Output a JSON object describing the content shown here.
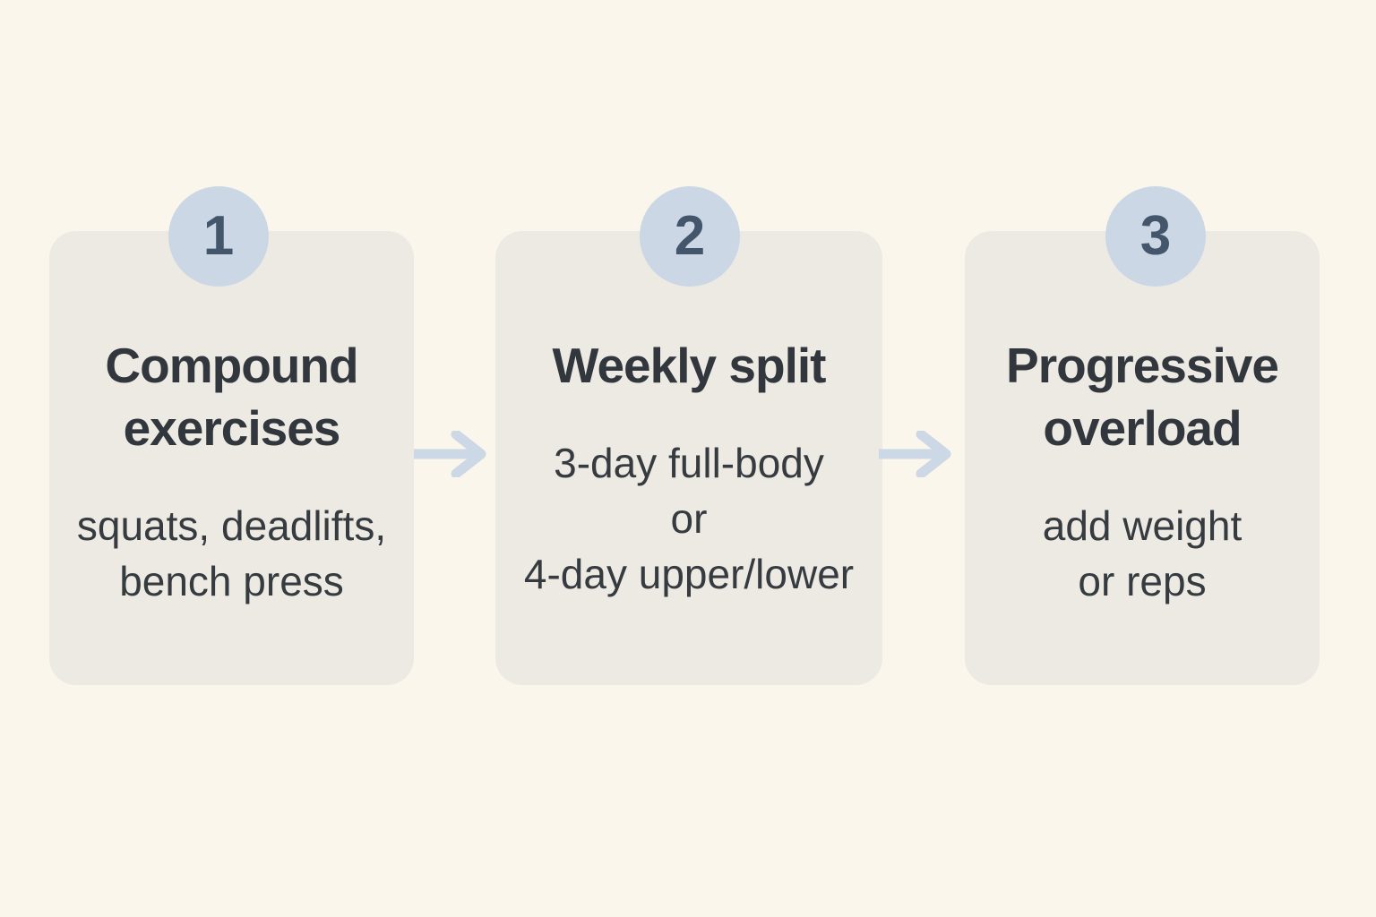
{
  "colors": {
    "page_background": "#faf6ec",
    "card_background": "#edeae4",
    "badge_background": "#cbd7e4",
    "badge_number": "#44566b",
    "title_text": "#31373c",
    "detail_text": "#363b40",
    "arrow": "#ccd8e5"
  },
  "steps": [
    {
      "number": "1",
      "title": "Compound exercises",
      "title_lines": [
        "Compound",
        "exercises"
      ],
      "detail": "squats, deadlifts, bench press",
      "detail_lines": [
        "squats, deadlifts,",
        "bench press"
      ]
    },
    {
      "number": "2",
      "title": "Weekly split",
      "title_lines": [
        "Weekly split"
      ],
      "detail": "3-day full-body or 4-day upper/lower",
      "detail_lines": [
        "3-day full-body",
        "or",
        "4-day upper/lower"
      ]
    },
    {
      "number": "3",
      "title": "Progressive overload",
      "title_lines": [
        "Progressive",
        "overload"
      ],
      "detail": "add weight or reps",
      "detail_lines": [
        "add weight",
        "or reps"
      ]
    }
  ],
  "icons": {
    "connector_1": "right-arrow",
    "connector_2": "right-arrow"
  }
}
